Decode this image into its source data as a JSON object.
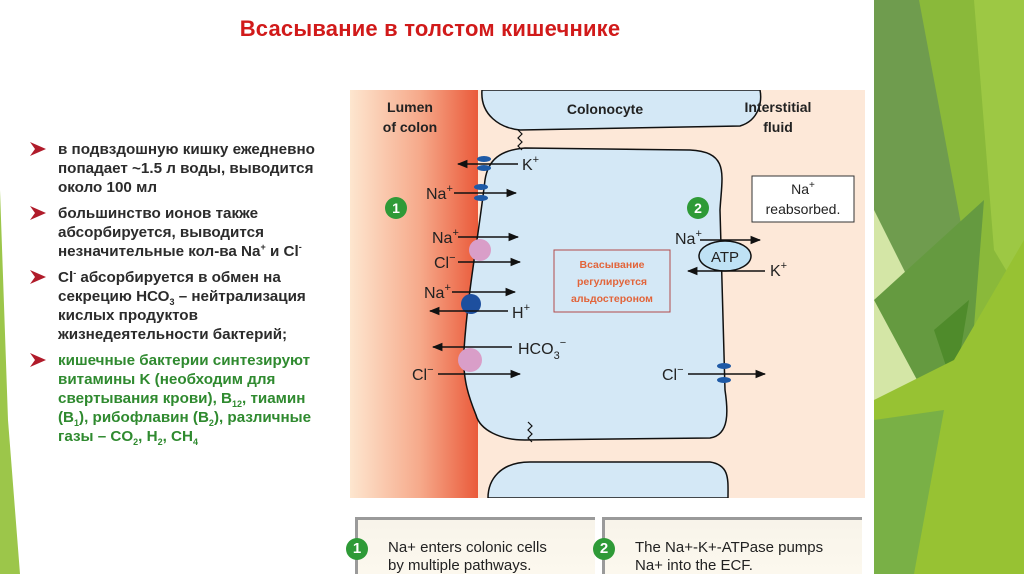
{
  "slide": {
    "title": "Всасывание в толстом кишечнике",
    "colors": {
      "title": "#d11a1a",
      "bullet_text": "#2b2b2b",
      "bullet_green": "#2f8a2f",
      "bullet_arrow": "#b01b2a",
      "accent_green": "#8cc63e"
    }
  },
  "bullets": [
    {
      "text_parts": [
        "в подвздошную кишку ежедневно попадает ~1.5 л воды,  выводится около 100 мл"
      ]
    },
    {
      "text_parts": [
        "большинство ионов также абсорбируется, выводится незначительные кол-ва Na",
        "+",
        " и Cl",
        "-"
      ]
    },
    {
      "text_parts": [
        " Cl",
        "-",
        " абсорбируется в обмен на секрецию НСО",
        "3",
        " – нейтрализация кислых продуктов жизнедеятельности бактерий;"
      ]
    },
    {
      "text_parts": [
        "кишечные бактерии синтезируют витамины K (необходим для свертывания крови), B",
        "12",
        ", тиамин (B",
        "1",
        "), рибофлавин (B",
        "2",
        "), различные газы – CO",
        "2",
        ", H",
        "2",
        ", CH",
        "4"
      ]
    }
  ],
  "diagram": {
    "regions": {
      "lumen": "Lumen of colon",
      "lumen_line1": "Lumen",
      "lumen_line2": "of colon",
      "cell": "Colonocyte",
      "interstitial_line1": "Interstitial",
      "interstitial_line2": "fluid"
    },
    "step_markers": [
      "1",
      "2"
    ],
    "apical_ions": [
      {
        "ion": "K",
        "charge": "+",
        "direction": "out",
        "transporter": "channel"
      },
      {
        "ion": "Na",
        "charge": "+",
        "direction": "in",
        "transporter": "channel"
      },
      {
        "ion": "Na",
        "charge": "+",
        "direction": "in",
        "transporter": "cotransporter"
      },
      {
        "ion": "Cl",
        "charge": "−",
        "direction": "in",
        "transporter": "cotransporter"
      },
      {
        "ion": "Na",
        "charge": "+",
        "direction": "in",
        "transporter": "exchanger"
      },
      {
        "ion": "H",
        "charge": "+",
        "direction": "out",
        "transporter": "exchanger"
      },
      {
        "ion": "HCO3",
        "charge": "−",
        "direction": "out",
        "transporter": "exchanger"
      },
      {
        "ion": "Cl",
        "charge": "−",
        "direction": "in",
        "transporter": "exchanger"
      }
    ],
    "basolateral_ions": [
      {
        "ion": "Na",
        "charge": "+",
        "direction": "out"
      },
      {
        "ion": "K",
        "charge": "+",
        "direction": "in"
      },
      {
        "ion": "Cl",
        "charge": "−",
        "direction": "out"
      }
    ],
    "pump_label": "ATP",
    "reabsorbed_box": {
      "line1": "Na",
      "sup": "+",
      "line2": "reabsorbed."
    },
    "regulation_box": [
      "Всасывание",
      "регулируется",
      "альдостероном"
    ]
  },
  "captions": [
    {
      "number": "1",
      "line1": "Na+ enters colonic cells",
      "line2": "by multiple pathways."
    },
    {
      "number": "2",
      "line1": "The Na+-K+-ATPase pumps",
      "line2": "Na+ into the ECF."
    }
  ]
}
